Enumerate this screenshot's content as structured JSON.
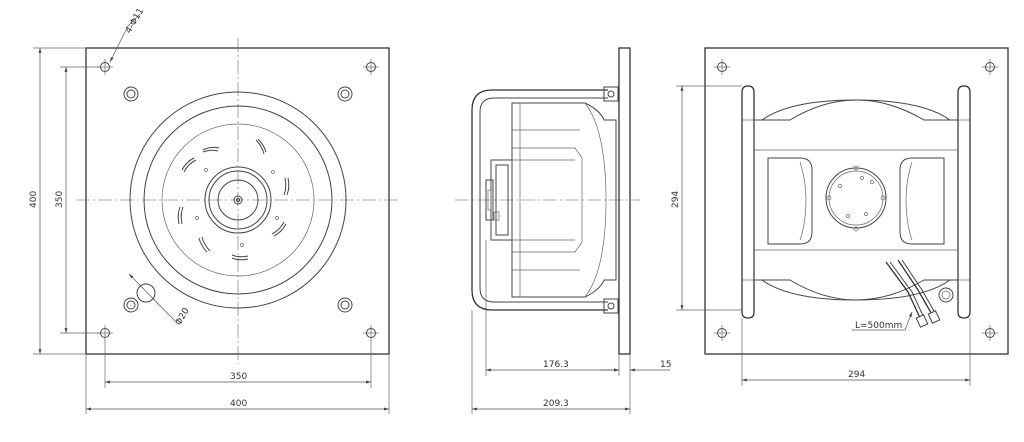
{
  "front_view": {
    "dim_height_outer": "400",
    "dim_height_holes": "350",
    "dim_width_holes": "350",
    "dim_width_outer": "400",
    "hole_callout": "4-Φ11",
    "connector_callout": "Φ20"
  },
  "side_view": {
    "dim_depth_motor": "176.3",
    "dim_flange": "15",
    "dim_depth_total": "209.3"
  },
  "rear_view": {
    "dim_height_frame": "294",
    "dim_width_frame": "294",
    "cable_length": "L=500mm"
  }
}
